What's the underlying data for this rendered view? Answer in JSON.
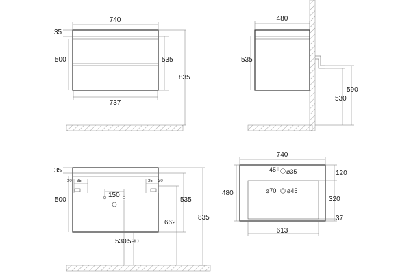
{
  "front_view": {
    "width_top": "740",
    "top_thickness": "35",
    "drawer_height": "500",
    "body_height": "535",
    "total_height": "835",
    "width_bottom": "737"
  },
  "side_view": {
    "depth": "480",
    "body_height": "535",
    "drain_height_upper": "590",
    "drain_height_lower": "530"
  },
  "rear_view": {
    "top_thickness": "35",
    "left_mount_1": "30",
    "left_mount_2": "35",
    "right_mount_1": "35",
    "right_mount_2": "30",
    "pipe_offset": "150",
    "drawer_height": "500",
    "body_height": "535",
    "total_height": "835",
    "cutout_height": "662",
    "drain_530": "530",
    "drain_590": "590"
  },
  "top_view": {
    "width": "740",
    "depth": "480",
    "tap_offset": "45",
    "tap_diameter": "⌀35",
    "top_gap": "120",
    "bowl_depth": "320",
    "bottom_gap": "37",
    "drain_diameter_1": "⌀70",
    "drain_diameter_2": "⌀45",
    "bowl_width": "613"
  }
}
